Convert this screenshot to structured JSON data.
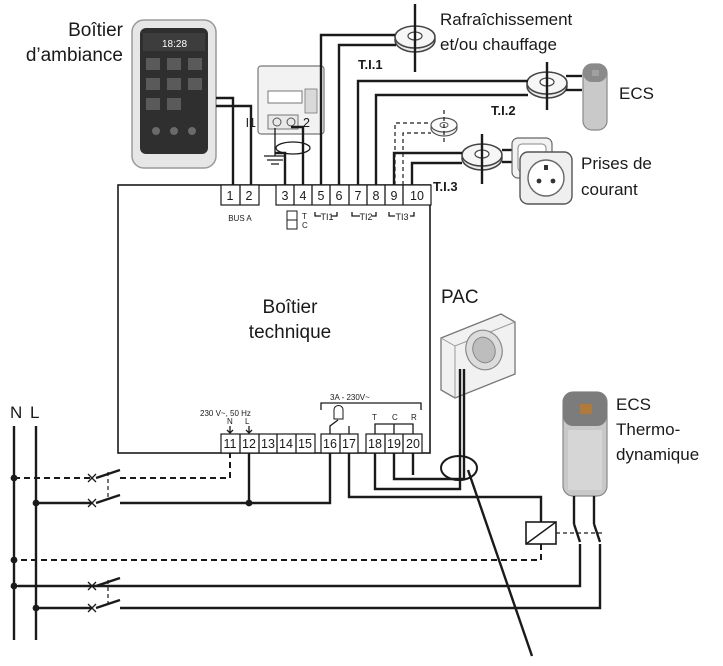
{
  "labels": {
    "boitier_ambiance_line1": "Boîtier",
    "boitier_ambiance_line2": "d’ambiance",
    "rafraichissement_line1": "Rafraîchissement",
    "rafraichissement_line2": "et/ou chauffage",
    "ti1": "T.I.1",
    "ti2": "T.I.2",
    "ti3": "T.I.3",
    "ecs_top": "ECS",
    "prises_line1": "Prises de",
    "prises_line2": "courant",
    "boitier_technique_line1": "Boîtier",
    "boitier_technique_line2": "technique",
    "pac": "PAC",
    "ecs_thermo_line1": "ECS",
    "ecs_thermo_line2": "Thermo-",
    "ecs_thermo_line3": "dynamique",
    "neutral": "N",
    "line": "L",
    "bus_a": "BUS A",
    "ti1_small": "TI1",
    "ti2_small": "TI2",
    "ti3_small": "TI3",
    "power_spec": "230 V~, 50 Hz",
    "n_small": "N",
    "l_small": "L",
    "relay_spec": "3A - 230V~",
    "t_small": "T",
    "c_small": "C",
    "r_small": "R",
    "meter_i1": "I1",
    "meter_i2": "2"
  },
  "terminals": {
    "top": [
      "1",
      "2",
      "3",
      "4",
      "5",
      "6",
      "7",
      "8",
      "9",
      "10"
    ],
    "bottom": [
      "11",
      "12",
      "13",
      "14",
      "15",
      "16",
      "17",
      "18",
      "19",
      "20"
    ]
  },
  "device_screen": {
    "time": "18:28"
  }
}
